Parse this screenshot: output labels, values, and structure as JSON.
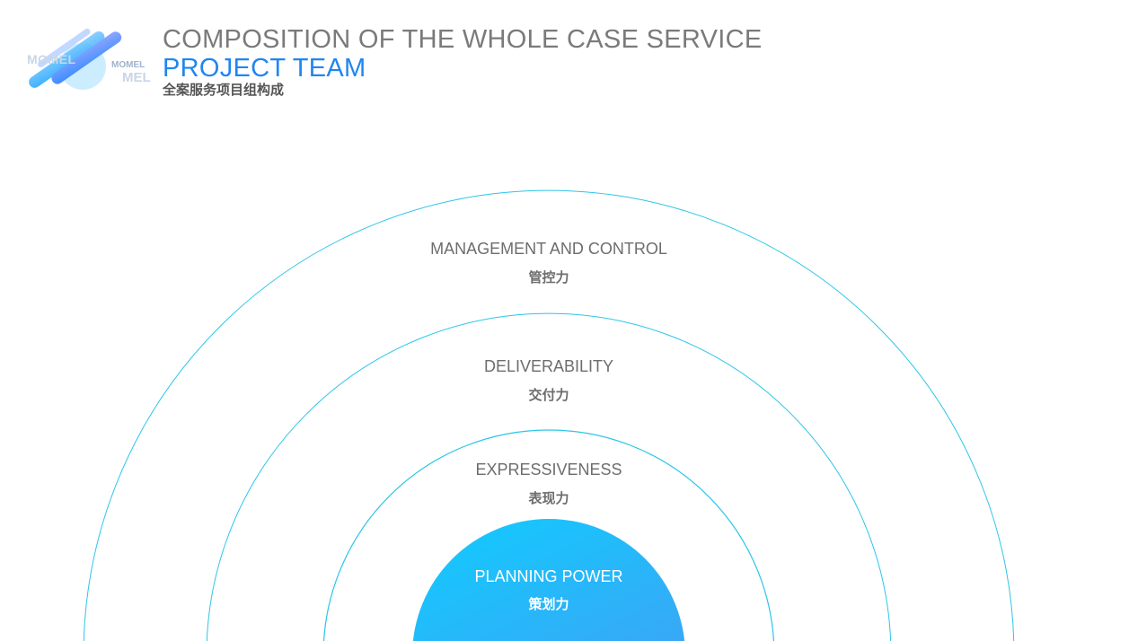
{
  "logo": {
    "text_a": "MOMEL",
    "text_b": "MOMEL",
    "text_c": "MEL"
  },
  "header": {
    "title_line1": "COMPOSITION OF THE WHOLE CASE SERVICE",
    "title_line2": "PROJECT TEAM",
    "subtitle_cn": "全案服务项目组构成"
  },
  "layers": [
    {
      "en": "MANAGEMENT AND CONTROL",
      "cn": "管控力"
    },
    {
      "en": "DELIVERABILITY",
      "cn": "交付力"
    },
    {
      "en": "EXPRESSIVENESS",
      "cn": "表现力"
    },
    {
      "en": "PLANNING POWER",
      "cn": "策划力"
    }
  ],
  "colors": {
    "ring_stroke": "#2cc6e8",
    "core_gradient_start": "#10ccff",
    "core_gradient_end": "#3aa6f5",
    "title_blue": "#1f86f0",
    "text_gray": "#6d6d6d"
  }
}
